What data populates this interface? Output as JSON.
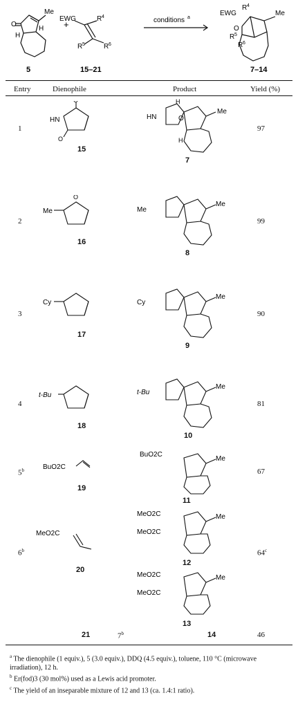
{
  "scheme": {
    "reactant_label": "5",
    "dienophile_label": "15–21",
    "product_label": "7–14",
    "plus": "+",
    "arrow_text": "conditions",
    "arrow_sup": "a",
    "atoms": {
      "me": "Me",
      "ewg": "EWG",
      "r4": "R",
      "r4n": "4",
      "r5": "R",
      "r5n": "5",
      "r6": "R",
      "r6n": "6",
      "o": "O",
      "h": "H"
    }
  },
  "table": {
    "headers": [
      "Entry",
      "Dienophile",
      "Product",
      "Yield (%)"
    ],
    "rows": [
      {
        "entry": "1",
        "entry_sup": "",
        "dienophile": "15",
        "dienophile_sub": "HN",
        "product": "7",
        "yield": "97",
        "yield_sup": ""
      },
      {
        "entry": "2",
        "entry_sup": "",
        "dienophile": "16",
        "dienophile_sub": "Me",
        "product": "8",
        "yield": "99",
        "yield_sup": ""
      },
      {
        "entry": "3",
        "entry_sup": "",
        "dienophile": "17",
        "dienophile_sub": "Cy",
        "product": "9",
        "yield": "90",
        "yield_sup": ""
      },
      {
        "entry": "4",
        "entry_sup": "",
        "dienophile": "18",
        "dienophile_sub": "t-Bu",
        "product": "10",
        "yield": "81",
        "yield_sup": ""
      },
      {
        "entry": "5",
        "entry_sup": "b",
        "dienophile": "19",
        "dienophile_sub": "BuO2C",
        "product": "11",
        "yield": "67",
        "yield_sup": ""
      },
      {
        "entry": "6",
        "entry_sup": "b",
        "dienophile": "20",
        "dienophile_sub": "MeO2C",
        "product": "12",
        "product2": "13",
        "yield": "64",
        "yield_sup": "c"
      },
      {
        "entry": "7",
        "entry_sup": "b",
        "dienophile": "21",
        "dienophile_sub": "",
        "product": "14",
        "yield": "46",
        "yield_sup": ""
      }
    ]
  },
  "footnotes": [
    {
      "mark": "a",
      "text": "The dienophile (1 equiv.), 5 (3.0 equiv.), DDQ (4.5 equiv.), toluene, 110 °C (microwave irradiation), 12 h."
    },
    {
      "mark": "b",
      "text": "Er(fod)3 (30 mol%) used as a Lewis acid promoter."
    },
    {
      "mark": "c",
      "text": "The yield of an inseparable mixture of 12 and 13 (ca. 1.4:1 ratio)."
    }
  ]
}
